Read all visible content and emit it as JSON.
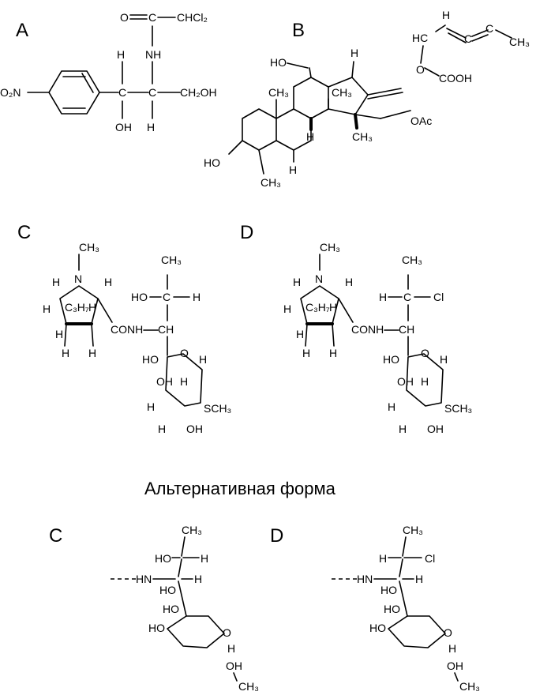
{
  "title": "Альтернативная форма",
  "panel_labels": {
    "a": "A",
    "b": "B",
    "c": "C",
    "d": "D",
    "c2": "C",
    "d2": "D"
  },
  "atoms": {
    "o": "O",
    "h": "H",
    "nh": "NH",
    "oh": "OH",
    "ch2oh": "CH₂OH",
    "chcl2": "CHCl₂",
    "o2n": "O₂N",
    "c": "C",
    "hc": "HC",
    "ch": "CH",
    "ch3": "CH₃",
    "cooh": "COOH",
    "oac": "OAc",
    "ho": "HO",
    "n": "N",
    "c3h7": "C₃H₇",
    "conh": "CONH",
    "sch3": "SCH₃",
    "cl": "Cl",
    "hn": "HN"
  }
}
